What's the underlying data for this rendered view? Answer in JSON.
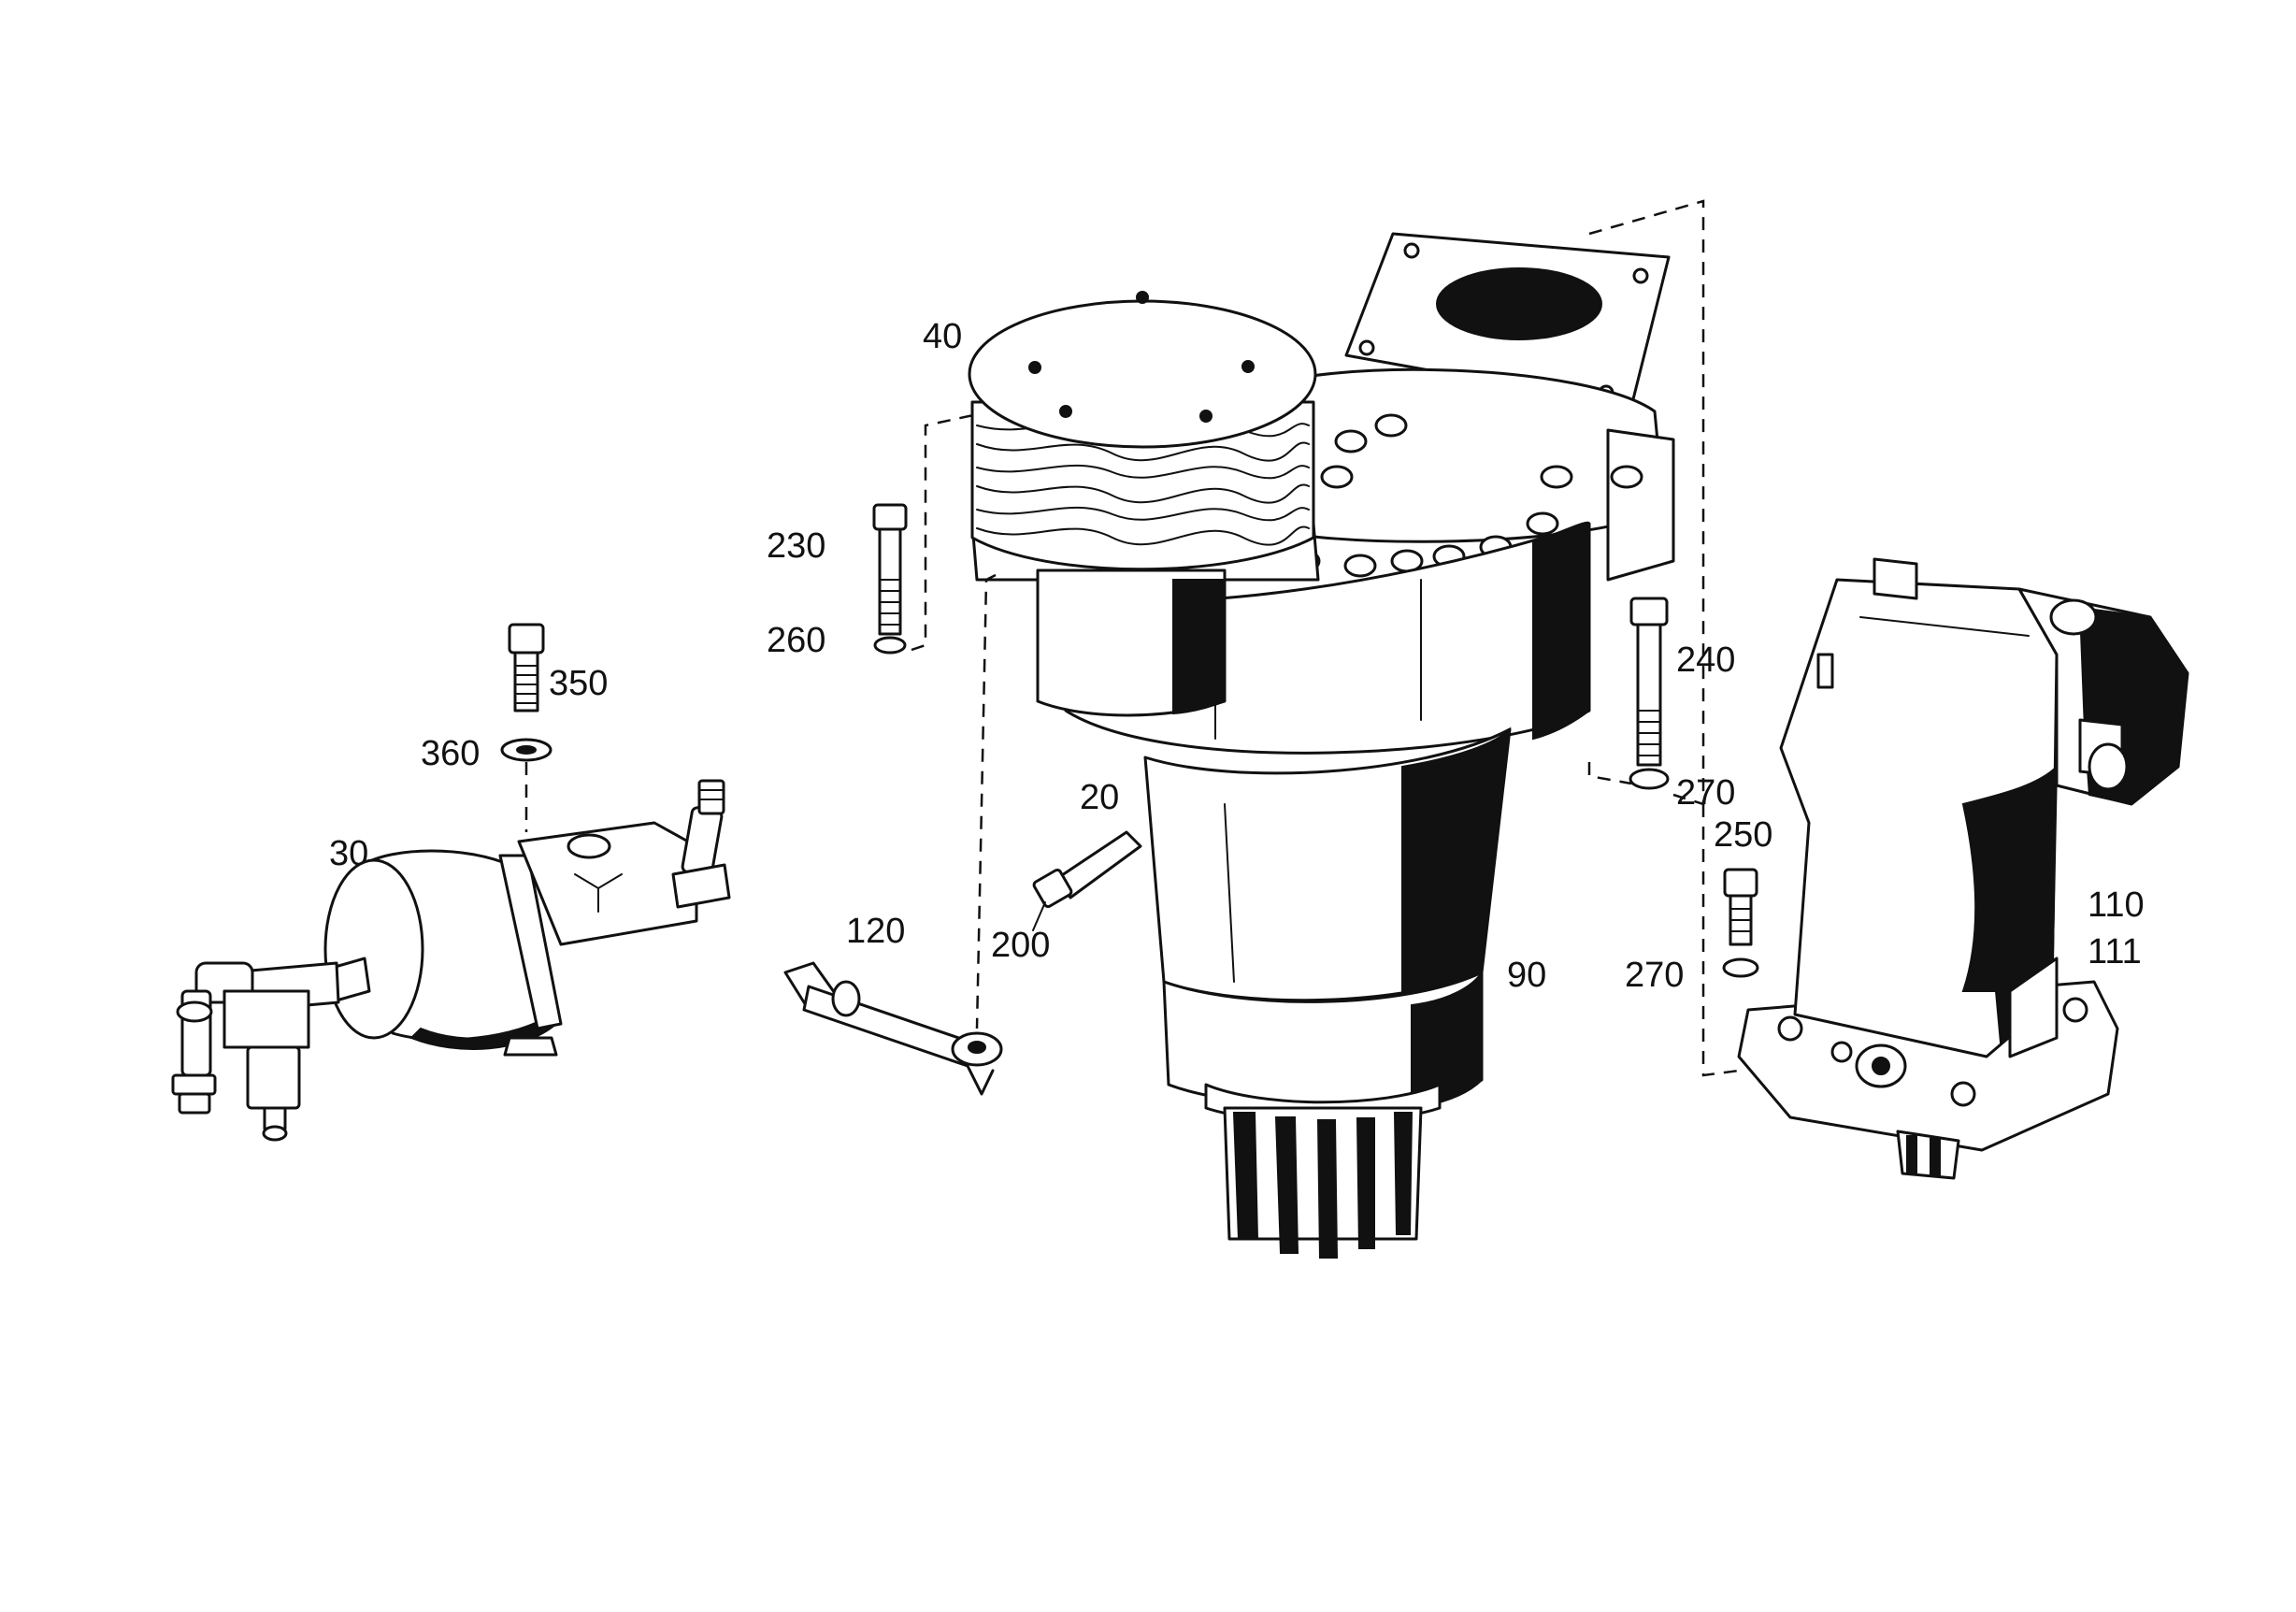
{
  "diagram": {
    "callouts": {
      "c20": "20",
      "c30": "30",
      "c40": "40",
      "c90": "90",
      "c110": "110",
      "c111": "111",
      "c120": "120",
      "c200": "200",
      "c230": "230",
      "c240": "240",
      "c250": "250",
      "c260": "260",
      "c270a": "270",
      "c270b": "270",
      "c350": "350",
      "c360": "360"
    },
    "colors": {
      "ink": "#111111",
      "paper": "#ffffff"
    }
  }
}
